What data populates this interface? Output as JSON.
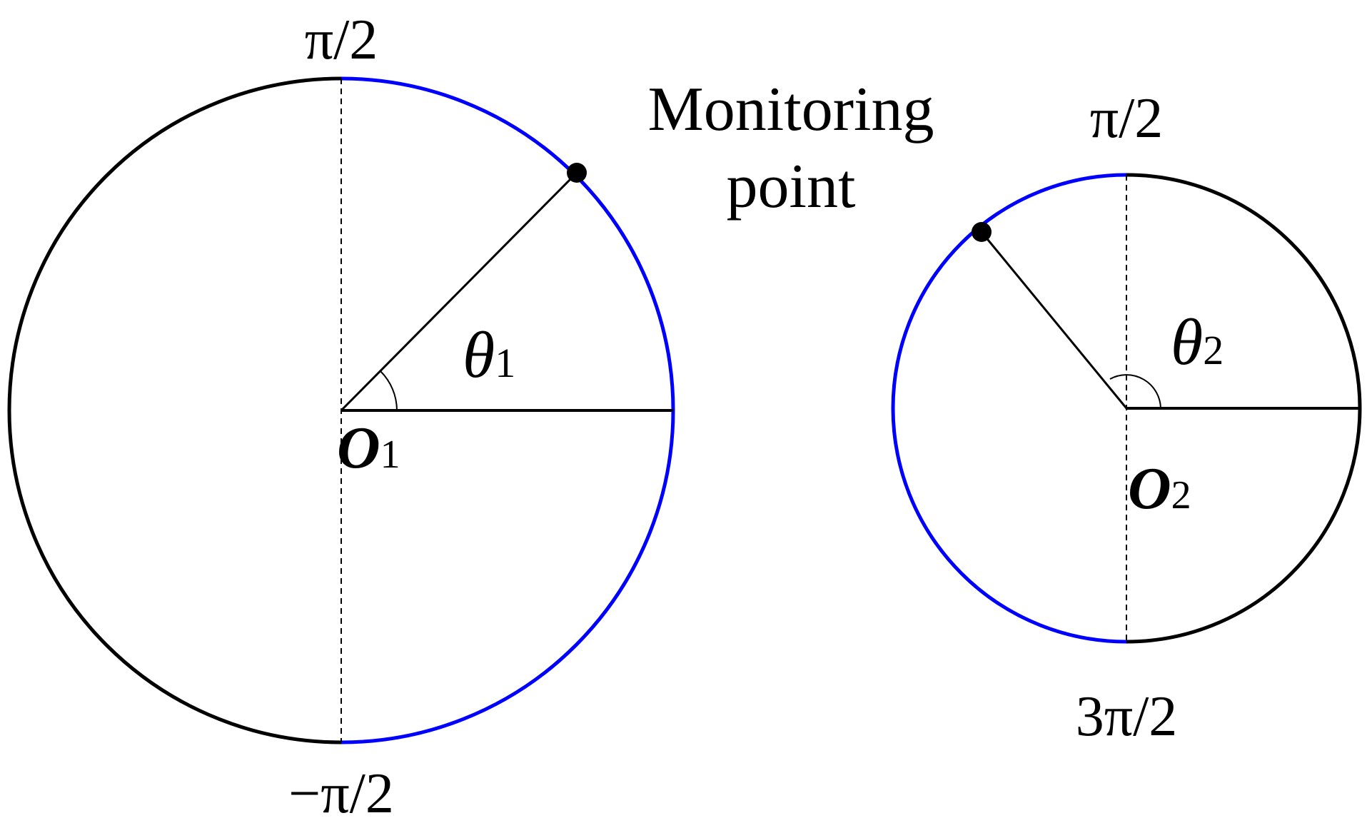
{
  "colors": {
    "arc_highlight": "#0000ff",
    "arc_base": "#000000",
    "line": "#000000",
    "point": "#000000"
  },
  "circle1": {
    "top_label": "π/2",
    "bottom_label": "−π/2",
    "angle_symbol": "θ",
    "angle_subscript": "1",
    "center_symbol": "O",
    "center_subscript": "1"
  },
  "circle2": {
    "top_label": "π/2",
    "bottom_label": "3π/2",
    "angle_symbol": "θ",
    "angle_subscript": "2",
    "center_symbol": "O",
    "center_subscript": "2"
  },
  "annotation": {
    "line1": "Monitoring",
    "line2": "point"
  }
}
